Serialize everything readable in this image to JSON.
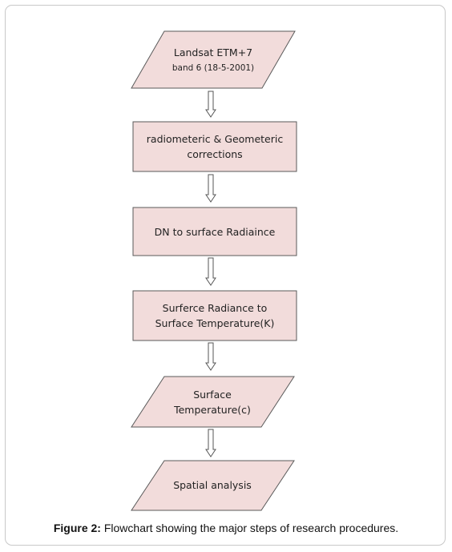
{
  "flowchart": {
    "nodes": [
      {
        "id": "input-landsat",
        "shape": "parallelogram",
        "lines": [
          "Landsat ETM+7",
          "band 6  (18-5-2001)"
        ]
      },
      {
        "id": "corrections",
        "shape": "rectangle",
        "lines": [
          "radiometeric & Geometeric",
          "corrections"
        ]
      },
      {
        "id": "dn-to-radiance",
        "shape": "rectangle",
        "lines": [
          "DN to surface Radiaince"
        ]
      },
      {
        "id": "radiance-to-temperature",
        "shape": "rectangle",
        "lines": [
          "Surferce Radiance to",
          "Surface Temperature(K)"
        ]
      },
      {
        "id": "surface-temperature",
        "shape": "parallelogram",
        "lines": [
          "Surface",
          "Temperature(c)"
        ]
      },
      {
        "id": "spatial-analysis",
        "shape": "parallelogram",
        "lines": [
          "Spatial  analysis"
        ]
      }
    ],
    "edges": [
      {
        "from": "input-landsat",
        "to": "corrections"
      },
      {
        "from": "corrections",
        "to": "dn-to-radiance"
      },
      {
        "from": "dn-to-radiance",
        "to": "radiance-to-temperature"
      },
      {
        "from": "radiance-to-temperature",
        "to": "surface-temperature"
      },
      {
        "from": "surface-temperature",
        "to": "spatial-analysis"
      }
    ],
    "node_fill": "#f2dcdb",
    "node_stroke": "#5a5a5a"
  },
  "caption": {
    "label": "Figure 2:",
    "text": " Flowchart showing the major steps of research procedures."
  }
}
